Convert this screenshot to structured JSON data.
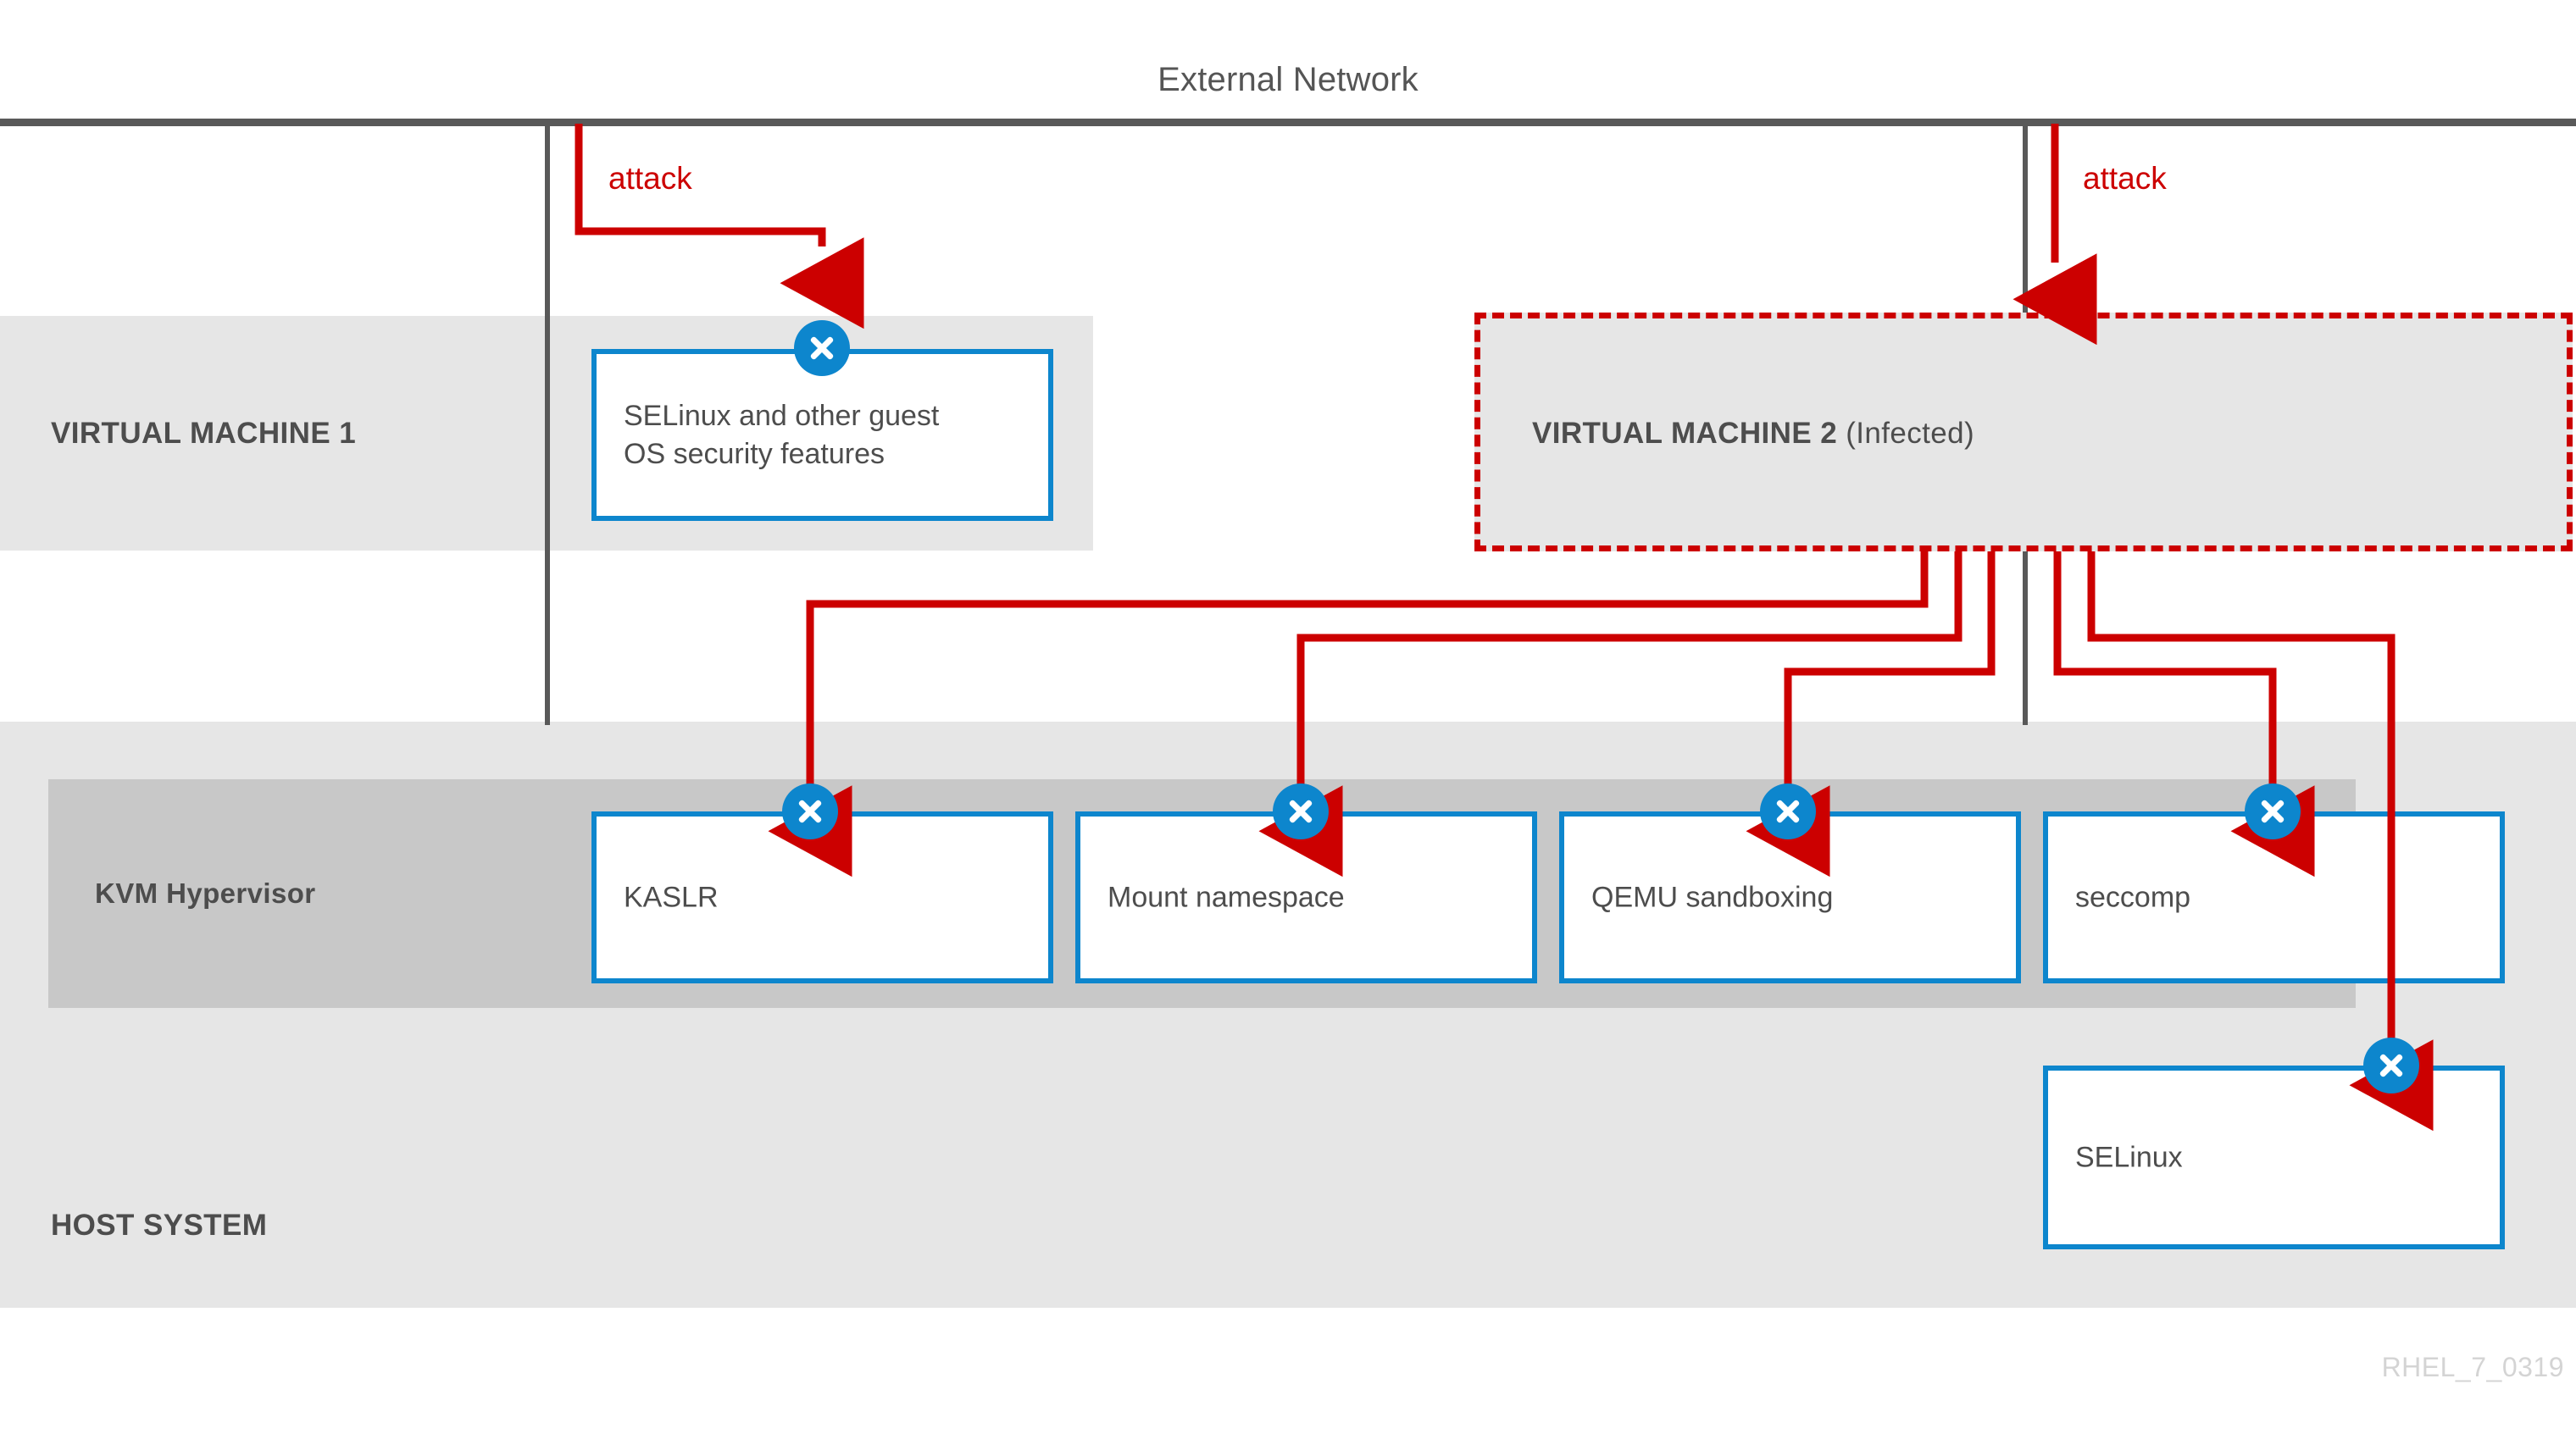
{
  "diagram": {
    "title": "External Network",
    "watermark": "RHEL_7_0319",
    "colors": {
      "accent_blue": "#0d86cd",
      "attack_red": "#cc0000",
      "band_grey": "#e6e6e6",
      "kvm_grey": "#c8c8c8",
      "rule_grey": "#595959",
      "text_grey": "#4d4d4d"
    },
    "sections": [
      {
        "id": "vm1",
        "label": "VIRTUAL MACHINE 1",
        "suffix": ""
      },
      {
        "id": "vm2",
        "label": "VIRTUAL MACHINE 2",
        "suffix": " (Infected)"
      },
      {
        "id": "kvm",
        "label": "KVM Hypervisor",
        "suffix": ""
      },
      {
        "id": "host",
        "label": "HOST SYSTEM",
        "suffix": ""
      }
    ],
    "attack_labels": [
      {
        "id": "attack-left",
        "text": "attack"
      },
      {
        "id": "attack-right",
        "text": "attack"
      }
    ],
    "boxes": [
      {
        "id": "guest",
        "label": "SELinux and other guest\nOS security features"
      },
      {
        "id": "kaslr",
        "label": "KASLR"
      },
      {
        "id": "mount",
        "label": "Mount namespace"
      },
      {
        "id": "qemu",
        "label": "QEMU sandboxing"
      },
      {
        "id": "seccomp",
        "label": "seccomp"
      },
      {
        "id": "selinux",
        "label": "SELinux"
      }
    ],
    "blocked_markers": [
      {
        "id": "guest",
        "meaning": "attack-blocked"
      },
      {
        "id": "kaslr",
        "meaning": "attack-blocked"
      },
      {
        "id": "mount",
        "meaning": "attack-blocked"
      },
      {
        "id": "qemu",
        "meaning": "attack-blocked"
      },
      {
        "id": "seccomp",
        "meaning": "attack-blocked"
      },
      {
        "id": "selinux",
        "meaning": "attack-blocked"
      }
    ]
  }
}
